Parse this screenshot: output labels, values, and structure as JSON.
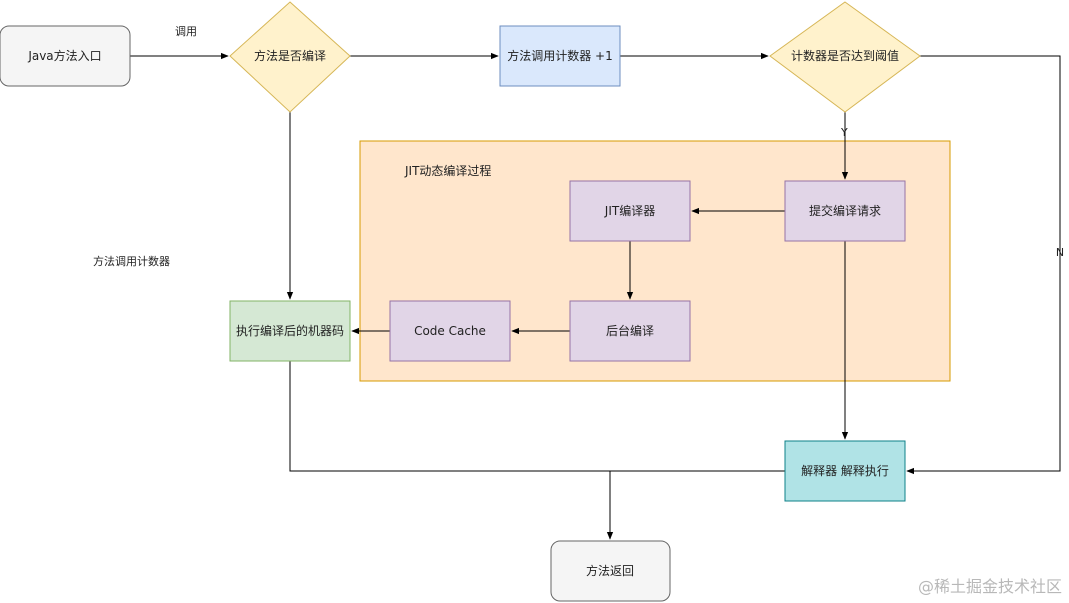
{
  "nodes": {
    "java_entry": "Java方法入口",
    "is_compiled": "方法是否编译",
    "counter_inc": "方法调用计数器 +1",
    "threshold": "计数器是否达到阈值",
    "jit_group": "JIT动态编译过程",
    "jit_compiler": "JIT编译器",
    "submit": "提交编译请求",
    "background": "后台编译",
    "code_cache": "Code Cache",
    "exec_machine": "执行编译后的机器码",
    "interpreter": "解释器  解释执行",
    "method_return": "方法返回"
  },
  "labels": {
    "call": "调用",
    "counter_note": "方法调用计数器",
    "yes": "Y",
    "no": "N"
  },
  "watermark": "@稀土掘金技术社区",
  "colors": {
    "gray_fill": "#f5f5f5",
    "gray_stroke": "#666666",
    "yellow_fill": "#fff2cc",
    "yellow_stroke": "#d6b656",
    "blue_fill": "#dae8fc",
    "blue_stroke": "#6c8ebf",
    "orange_fill": "#ffe6cc",
    "orange_stroke": "#d79b00",
    "purple_fill": "#e1d5e7",
    "purple_stroke": "#9673a6",
    "green_fill": "#d5e8d4",
    "green_stroke": "#82b366",
    "teal_fill": "#b0e3e6",
    "teal_stroke": "#0e8088",
    "edge": "#000000"
  }
}
